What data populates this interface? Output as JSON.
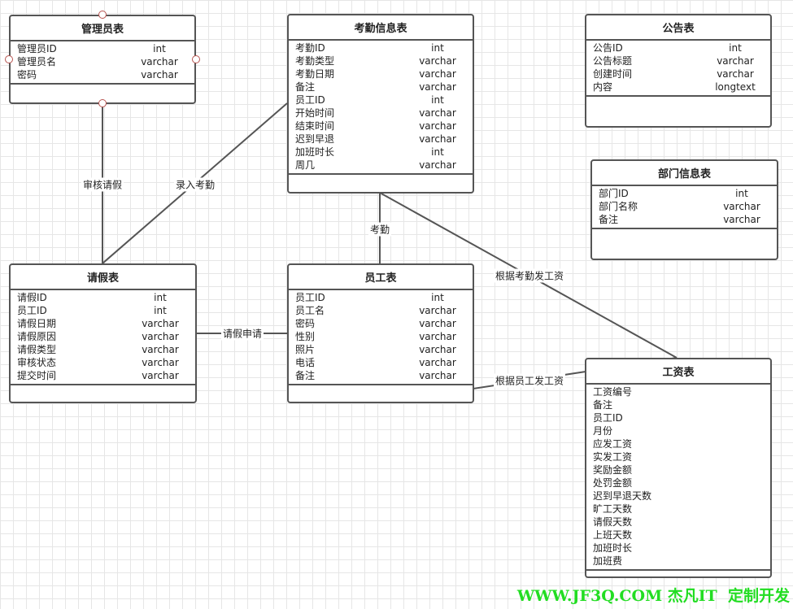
{
  "tables": [
    {
      "id": "admin",
      "title": "管理员表",
      "fields": [
        [
          "管理员ID",
          "int"
        ],
        [
          "管理员名",
          "varchar"
        ],
        [
          "密码",
          "varchar"
        ]
      ]
    },
    {
      "id": "attendance",
      "title": "考勤信息表",
      "fields": [
        [
          "考勤ID",
          "int"
        ],
        [
          "考勤类型",
          "varchar"
        ],
        [
          "考勤日期",
          "varchar"
        ],
        [
          "备注",
          "varchar"
        ],
        [
          "员工ID",
          "int"
        ],
        [
          "开始时间",
          "varchar"
        ],
        [
          "结束时间",
          "varchar"
        ],
        [
          "迟到早退",
          "varchar"
        ],
        [
          "加班时长",
          "int"
        ],
        [
          "周几",
          "varchar"
        ]
      ]
    },
    {
      "id": "notice",
      "title": "公告表",
      "fields": [
        [
          "公告ID",
          "int"
        ],
        [
          "公告标题",
          "varchar"
        ],
        [
          "创建时间",
          "varchar"
        ],
        [
          "内容",
          "longtext"
        ]
      ]
    },
    {
      "id": "dept",
      "title": "部门信息表",
      "fields": [
        [
          "部门ID",
          "int"
        ],
        [
          "部门名称",
          "varchar"
        ],
        [
          "备注",
          "varchar"
        ]
      ]
    },
    {
      "id": "leave",
      "title": "请假表",
      "fields": [
        [
          "请假ID",
          "int"
        ],
        [
          "员工ID",
          "int"
        ],
        [
          "请假日期",
          "varchar"
        ],
        [
          "请假原因",
          "varchar"
        ],
        [
          "请假类型",
          "varchar"
        ],
        [
          "审核状态",
          "varchar"
        ],
        [
          "提交时间",
          "varchar"
        ]
      ]
    },
    {
      "id": "employee",
      "title": "员工表",
      "fields": [
        [
          "员工ID",
          "int"
        ],
        [
          "员工名",
          "varchar"
        ],
        [
          "密码",
          "varchar"
        ],
        [
          "性别",
          "varchar"
        ],
        [
          "照片",
          "varchar"
        ],
        [
          "电话",
          "varchar"
        ],
        [
          "备注",
          "varchar"
        ]
      ]
    },
    {
      "id": "salary",
      "title": "工资表",
      "fields": [
        [
          "工资编号",
          ""
        ],
        [
          "备注",
          ""
        ],
        [
          "员工ID",
          ""
        ],
        [
          "月份",
          ""
        ],
        [
          "应发工资",
          ""
        ],
        [
          "实发工资",
          ""
        ],
        [
          "奖励金额",
          ""
        ],
        [
          "处罚金额",
          ""
        ],
        [
          "迟到早退天数",
          ""
        ],
        [
          "旷工天数",
          ""
        ],
        [
          "请假天数",
          ""
        ],
        [
          "上班天数",
          ""
        ],
        [
          "加班时长",
          ""
        ],
        [
          "加班费",
          ""
        ]
      ]
    }
  ],
  "relations": [
    {
      "id": "r1",
      "label": "审核请假"
    },
    {
      "id": "r2",
      "label": "录入考勤"
    },
    {
      "id": "r3",
      "label": "考勤"
    },
    {
      "id": "r4",
      "label": "根据考勤发工资"
    },
    {
      "id": "r5",
      "label": "请假申请"
    },
    {
      "id": "r6",
      "label": "根据员工发工资"
    }
  ],
  "footer": "WWW.JF3Q.COM 杰凡IT  定制开发",
  "colors": {
    "border": "#555555",
    "handle": "#b85450",
    "footer": "#22dd22"
  }
}
